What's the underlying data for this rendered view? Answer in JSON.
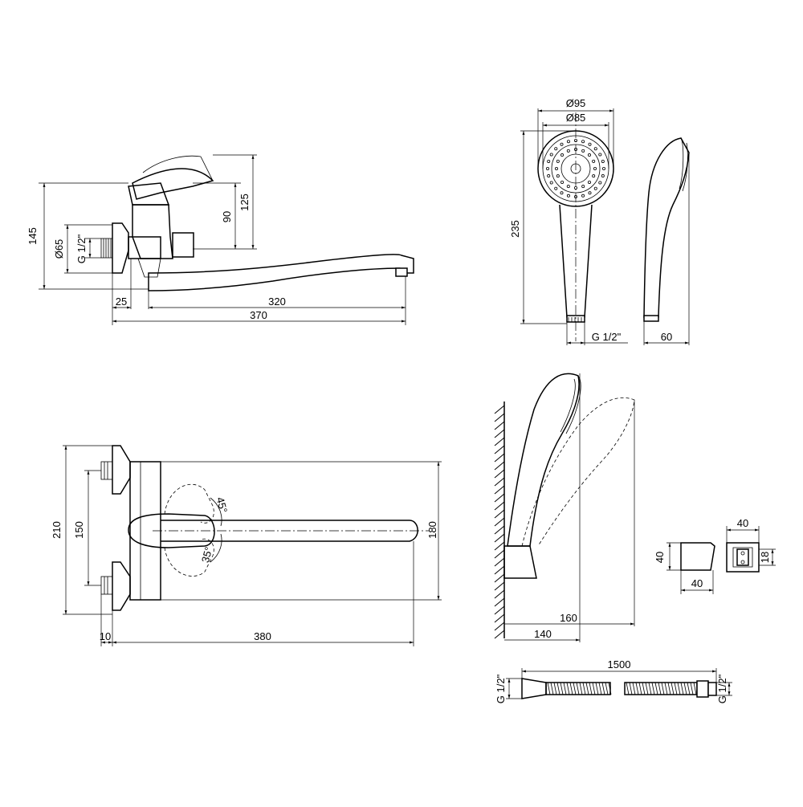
{
  "views": {
    "faucet_side": {
      "dims": {
        "h145": "145",
        "h125": "125",
        "h90": "90",
        "d65": "Ø65",
        "thread": "G 1/2\"",
        "w25": "25",
        "w320": "320",
        "w370": "370"
      }
    },
    "faucet_top": {
      "dims": {
        "h210": "210",
        "h150": "150",
        "h180": "180",
        "w10": "10",
        "w380": "380",
        "angle45": "45°",
        "angle35": "35°"
      }
    },
    "shower_head": {
      "dims": {
        "d95": "Ø95",
        "d85": "Ø85",
        "h235": "235",
        "thread": "G 1/2\"",
        "w60": "60"
      }
    },
    "wall_holder": {
      "dims": {
        "w160": "160",
        "w140": "140"
      }
    },
    "holder_detail": {
      "dims": {
        "h40": "40",
        "w40a": "40",
        "w40b": "40",
        "h18": "18"
      }
    },
    "hose": {
      "dims": {
        "length": "1500",
        "thread_left": "G 1/2\"",
        "thread_right": "G 1/2\""
      }
    }
  }
}
